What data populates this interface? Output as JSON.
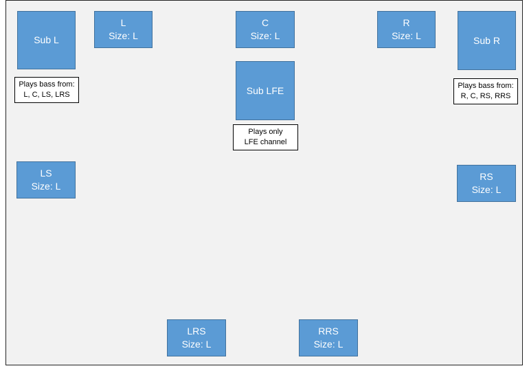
{
  "speakers": {
    "sub_l": {
      "name": "Sub L"
    },
    "l": {
      "name": "L",
      "size": "Size: L"
    },
    "c": {
      "name": "C",
      "size": "Size: L"
    },
    "r": {
      "name": "R",
      "size": "Size: L"
    },
    "sub_r": {
      "name": "Sub R"
    },
    "sub_lfe": {
      "name": "Sub LFE"
    },
    "ls": {
      "name": "LS",
      "size": "Size: L"
    },
    "rs": {
      "name": "RS",
      "size": "Size: L"
    },
    "lrs": {
      "name": "LRS",
      "size": "Size: L"
    },
    "rrs": {
      "name": "RRS",
      "size": "Size: L"
    }
  },
  "notes": {
    "sub_l": {
      "line1": "Plays bass from:",
      "line2": "L, C, LS, LRS"
    },
    "sub_r": {
      "line1": "Plays bass from:",
      "line2": "R, C, RS, RRS"
    },
    "sub_lfe": {
      "line1": "Plays only",
      "line2": "LFE channel"
    }
  },
  "colors": {
    "speaker_fill": "#5b9bd5",
    "speaker_border": "#41719c",
    "room_fill": "#f2f2f2"
  }
}
